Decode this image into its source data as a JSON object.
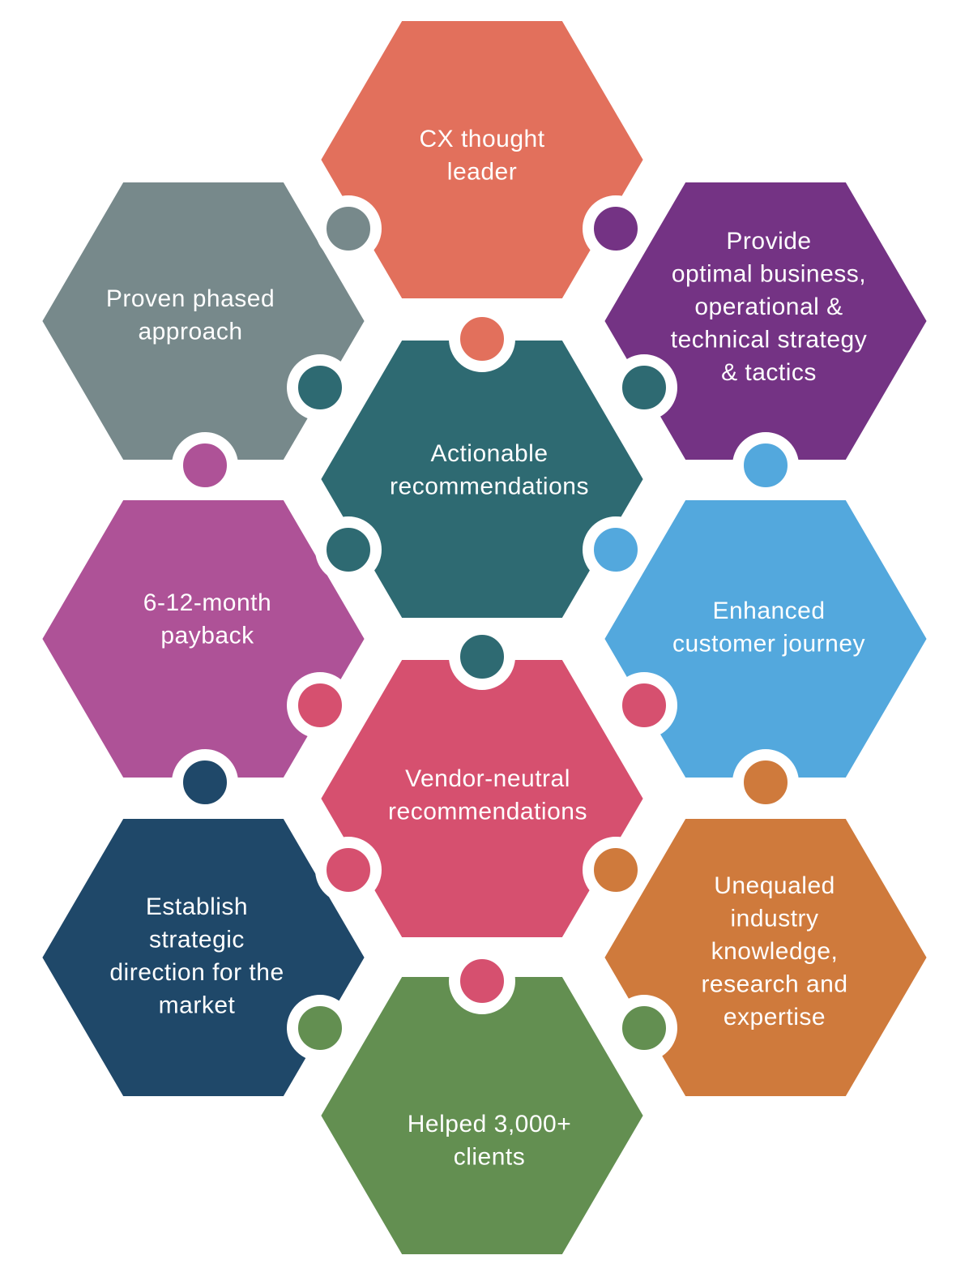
{
  "pieces": [
    {
      "id": "cx-thought-leader",
      "color": "#E2705C",
      "lines": [
        "CX thought",
        "leader"
      ]
    },
    {
      "id": "proven-phased-approach",
      "color": "#77898B",
      "lines": [
        "Proven phased",
        "approach"
      ]
    },
    {
      "id": "optimal-strategy",
      "color": "#743384",
      "lines": [
        "Provide",
        "optimal business,",
        "operational &",
        "technical strategy",
        "& tactics"
      ]
    },
    {
      "id": "actionable-recommendations",
      "color": "#2E6A72",
      "lines": [
        "Actionable",
        "recommendations"
      ]
    },
    {
      "id": "payback",
      "color": "#AE5297",
      "lines": [
        "6-12-month",
        "payback"
      ]
    },
    {
      "id": "customer-journey",
      "color": "#53A8DD",
      "lines": [
        "Enhanced",
        "customer journey"
      ]
    },
    {
      "id": "vendor-neutral",
      "color": "#D6506F",
      "lines": [
        "Vendor-neutral",
        "recommendations"
      ]
    },
    {
      "id": "strategic-direction",
      "color": "#1F4869",
      "lines": [
        "Establish",
        "strategic",
        "direction for the",
        "market"
      ]
    },
    {
      "id": "industry-knowledge",
      "color": "#CF7A3C",
      "lines": [
        "Unequaled",
        "industry",
        "knowledge,",
        "research and",
        "expertise"
      ]
    },
    {
      "id": "helped-clients",
      "color": "#638F51",
      "lines": [
        "Helped 3,000+",
        "clients"
      ]
    }
  ]
}
